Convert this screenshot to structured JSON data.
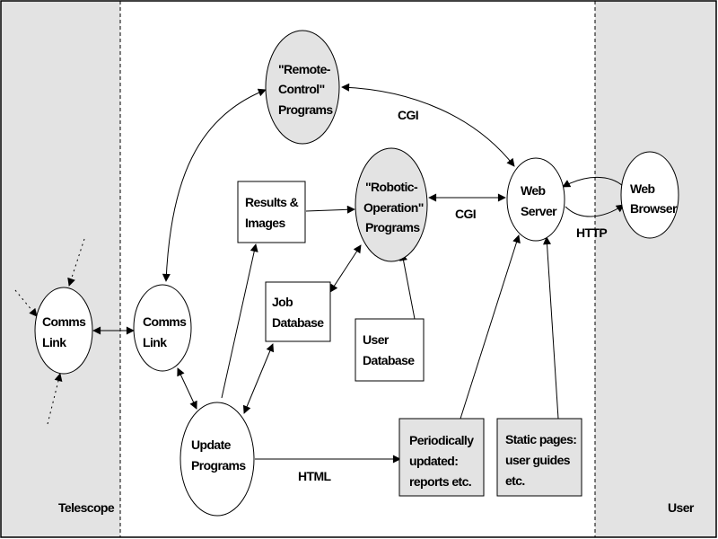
{
  "colors": {
    "zone_fill": "#e3e3e3",
    "highlight_fill": "#e3e3e3",
    "plain_fill": "#ffffff",
    "stroke": "#000000",
    "background": "#ffffff"
  },
  "zones": {
    "telescope": {
      "label": "Telescope"
    },
    "user": {
      "label": "User"
    }
  },
  "nodes": {
    "remote_control": {
      "shape": "ellipse",
      "highlighted": true,
      "lines": [
        "\"Remote-",
        "Control\"",
        "Programs"
      ]
    },
    "robotic_operation": {
      "shape": "ellipse",
      "highlighted": true,
      "lines": [
        "\"Robotic-",
        "Operation\"",
        "Programs"
      ]
    },
    "web_server": {
      "shape": "ellipse",
      "highlighted": false,
      "lines": [
        "Web",
        "Server"
      ]
    },
    "web_browser": {
      "shape": "ellipse",
      "highlighted": false,
      "lines": [
        "Web",
        "Browser"
      ]
    },
    "comms_link_telescope": {
      "shape": "ellipse",
      "highlighted": false,
      "lines": [
        "Comms",
        "Link"
      ]
    },
    "comms_link_server": {
      "shape": "ellipse",
      "highlighted": false,
      "lines": [
        "Comms",
        "Link"
      ]
    },
    "update_programs": {
      "shape": "ellipse",
      "highlighted": false,
      "lines": [
        "Update",
        "Programs"
      ]
    },
    "results_images": {
      "shape": "box",
      "highlighted": false,
      "lines": [
        "Results &",
        "Images"
      ]
    },
    "job_database": {
      "shape": "box",
      "highlighted": false,
      "lines": [
        "Job",
        "Database"
      ]
    },
    "user_database": {
      "shape": "box",
      "highlighted": false,
      "lines": [
        "User",
        "Database"
      ]
    },
    "periodic_pages": {
      "shape": "box",
      "highlighted": true,
      "lines": [
        "Periodically",
        "updated:",
        "reports etc."
      ]
    },
    "static_pages": {
      "shape": "box",
      "highlighted": true,
      "lines": [
        "Static pages:",
        "user guides",
        "etc."
      ]
    }
  },
  "edge_labels": {
    "cgi_remote": "CGI",
    "cgi_robotic": "CGI",
    "http": "HTTP",
    "html": "HTML"
  },
  "edges": [
    {
      "from": "remote_control",
      "to": "web_server",
      "direction": "both",
      "label": "cgi_remote"
    },
    {
      "from": "robotic_operation",
      "to": "web_server",
      "direction": "both",
      "label": "cgi_robotic"
    },
    {
      "from": "web_server",
      "to": "web_browser",
      "direction": "both",
      "label": "http"
    },
    {
      "from": "comms_link_server",
      "to": "remote_control",
      "direction": "both"
    },
    {
      "from": "comms_link_telescope",
      "to": "comms_link_server",
      "direction": "both"
    },
    {
      "from": "comms_link_server",
      "to": "update_programs",
      "direction": "both"
    },
    {
      "from": "update_programs",
      "to": "results_images",
      "direction": "forward"
    },
    {
      "from": "results_images",
      "to": "robotic_operation",
      "direction": "forward"
    },
    {
      "from": "update_programs",
      "to": "job_database",
      "direction": "both"
    },
    {
      "from": "job_database",
      "to": "robotic_operation",
      "direction": "both"
    },
    {
      "from": "user_database",
      "to": "robotic_operation",
      "direction": "forward"
    },
    {
      "from": "update_programs",
      "to": "periodic_pages",
      "direction": "forward",
      "label": "html"
    },
    {
      "from": "periodic_pages",
      "to": "web_server",
      "direction": "forward"
    },
    {
      "from": "static_pages",
      "to": "web_server",
      "direction": "forward"
    },
    {
      "from": "external",
      "to": "comms_link_telescope",
      "direction": "forward",
      "style": "dotted",
      "count": 3
    }
  ]
}
